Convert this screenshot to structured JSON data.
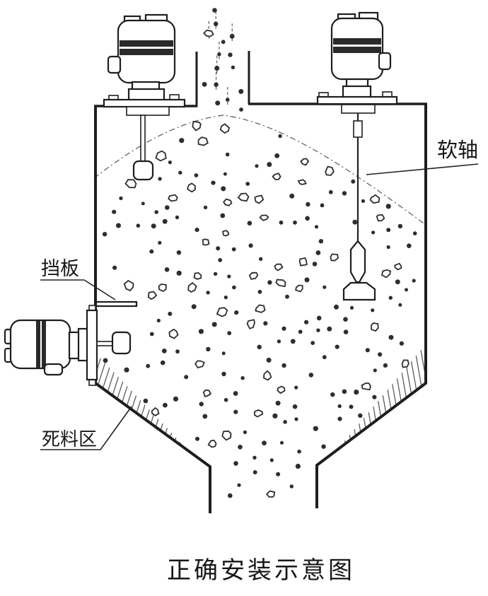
{
  "diagram": {
    "title": "正确安装示意图",
    "labels": {
      "flexible_shaft": "软轴",
      "baffle": "挡板",
      "dead_zone": "死料区"
    },
    "colors": {
      "line": "#1e1e1e",
      "background": "#ffffff",
      "particle": "#2e2e2e",
      "hatch": "#4a4a4a"
    },
    "particles": {
      "seed": 11,
      "fill_count": 210,
      "hollow_ratio": 0.17,
      "inlet_count": 15
    }
  }
}
